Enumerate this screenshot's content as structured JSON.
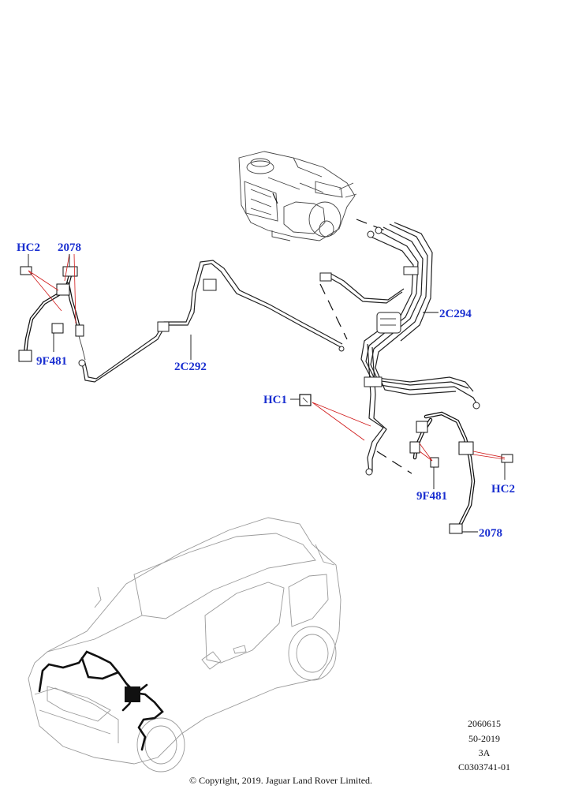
{
  "callouts": {
    "hc2_left": "HC2",
    "p2078_left": "2078",
    "p9f481_left": "9F481",
    "p2c292": "2C292",
    "p2c294": "2C294",
    "hc1": "HC1",
    "p9f481_right": "9F481",
    "hc2_right": "HC2",
    "p2078_right": "2078"
  },
  "meta": {
    "line1": "2060615",
    "line2": "50-2019",
    "line3": "3A",
    "line4": "C0303741-01"
  },
  "copyright": "© Copyright, 2019. Jaguar Land Rover Limited.",
  "colors": {
    "callout": "#1a2fd0",
    "leader": "#d01818",
    "line": "#222222",
    "car_outline": "#9a9a9a"
  }
}
